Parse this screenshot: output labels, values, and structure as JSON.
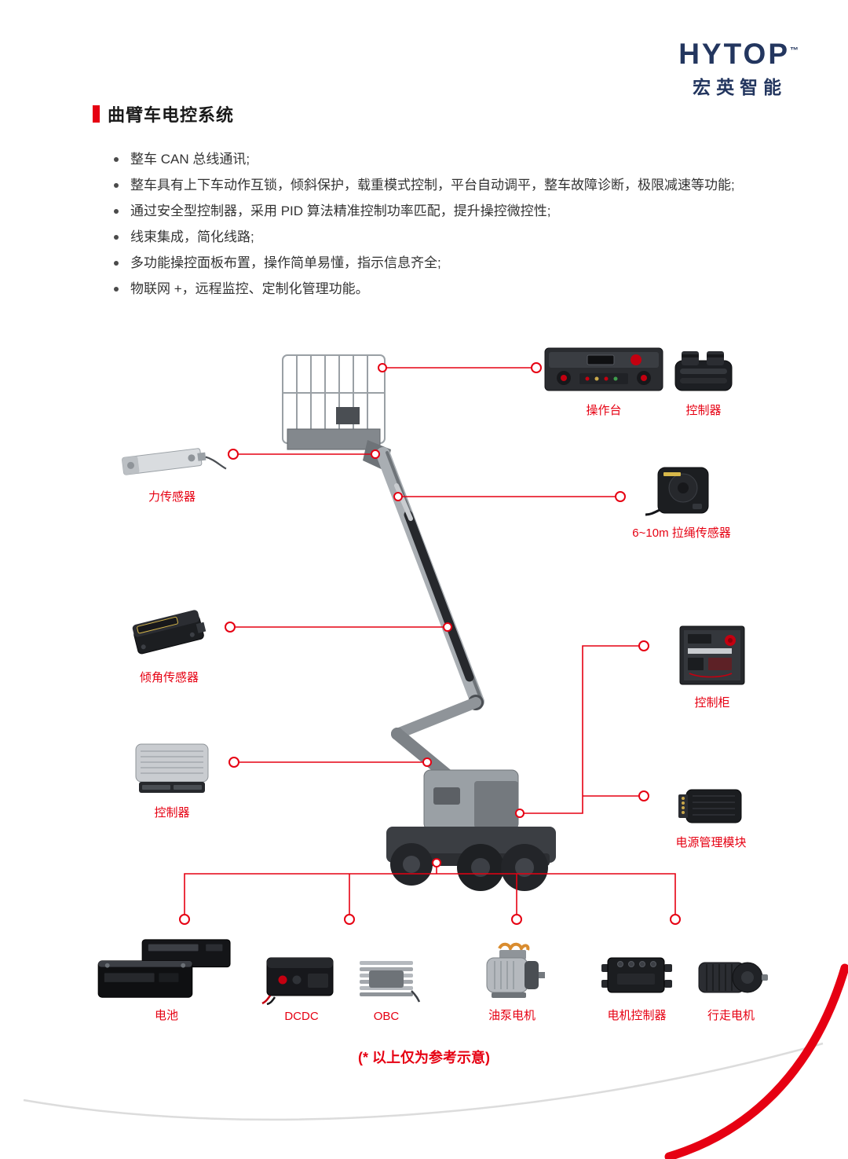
{
  "brand": {
    "name": "HYTOP",
    "tm": "™",
    "subtitle": "宏英智能"
  },
  "title": "曲臂车电控系统",
  "bullets": [
    "整车 CAN 总线通讯;",
    "整车具有上下车动作互锁，倾斜保护，载重模式控制，平台自动调平，整车故障诊断，极限减速等功能;",
    "通过安全型控制器，采用 PID 算法精准控制功率匹配，提升操控微控性;",
    "线束集成，简化线路;",
    "多功能操控面板布置，操作简单易懂，指示信息齐全;",
    "物联网 +，远程监控、定制化管理功能。"
  ],
  "diagram": {
    "labels": {
      "console": "操作台",
      "controller_top": "控制器",
      "force_sensor": "力传感器",
      "rope_sensor": "6~10m 拉绳传感器",
      "tilt_sensor": "倾角传感器",
      "control_cabinet": "控制柜",
      "controller_left": "控制器",
      "power_module": "电源管理模块",
      "battery": "电池",
      "dcdc": "DCDC",
      "obc": "OBC",
      "pump_motor": "油泵电机",
      "motor_controller": "电机控制器",
      "travel_motor": "行走电机"
    }
  },
  "footnote": "(* 以上仅为参考示意)",
  "colors": {
    "accent": "#e60012",
    "brand_navy": "#23365f",
    "text": "#333333"
  }
}
